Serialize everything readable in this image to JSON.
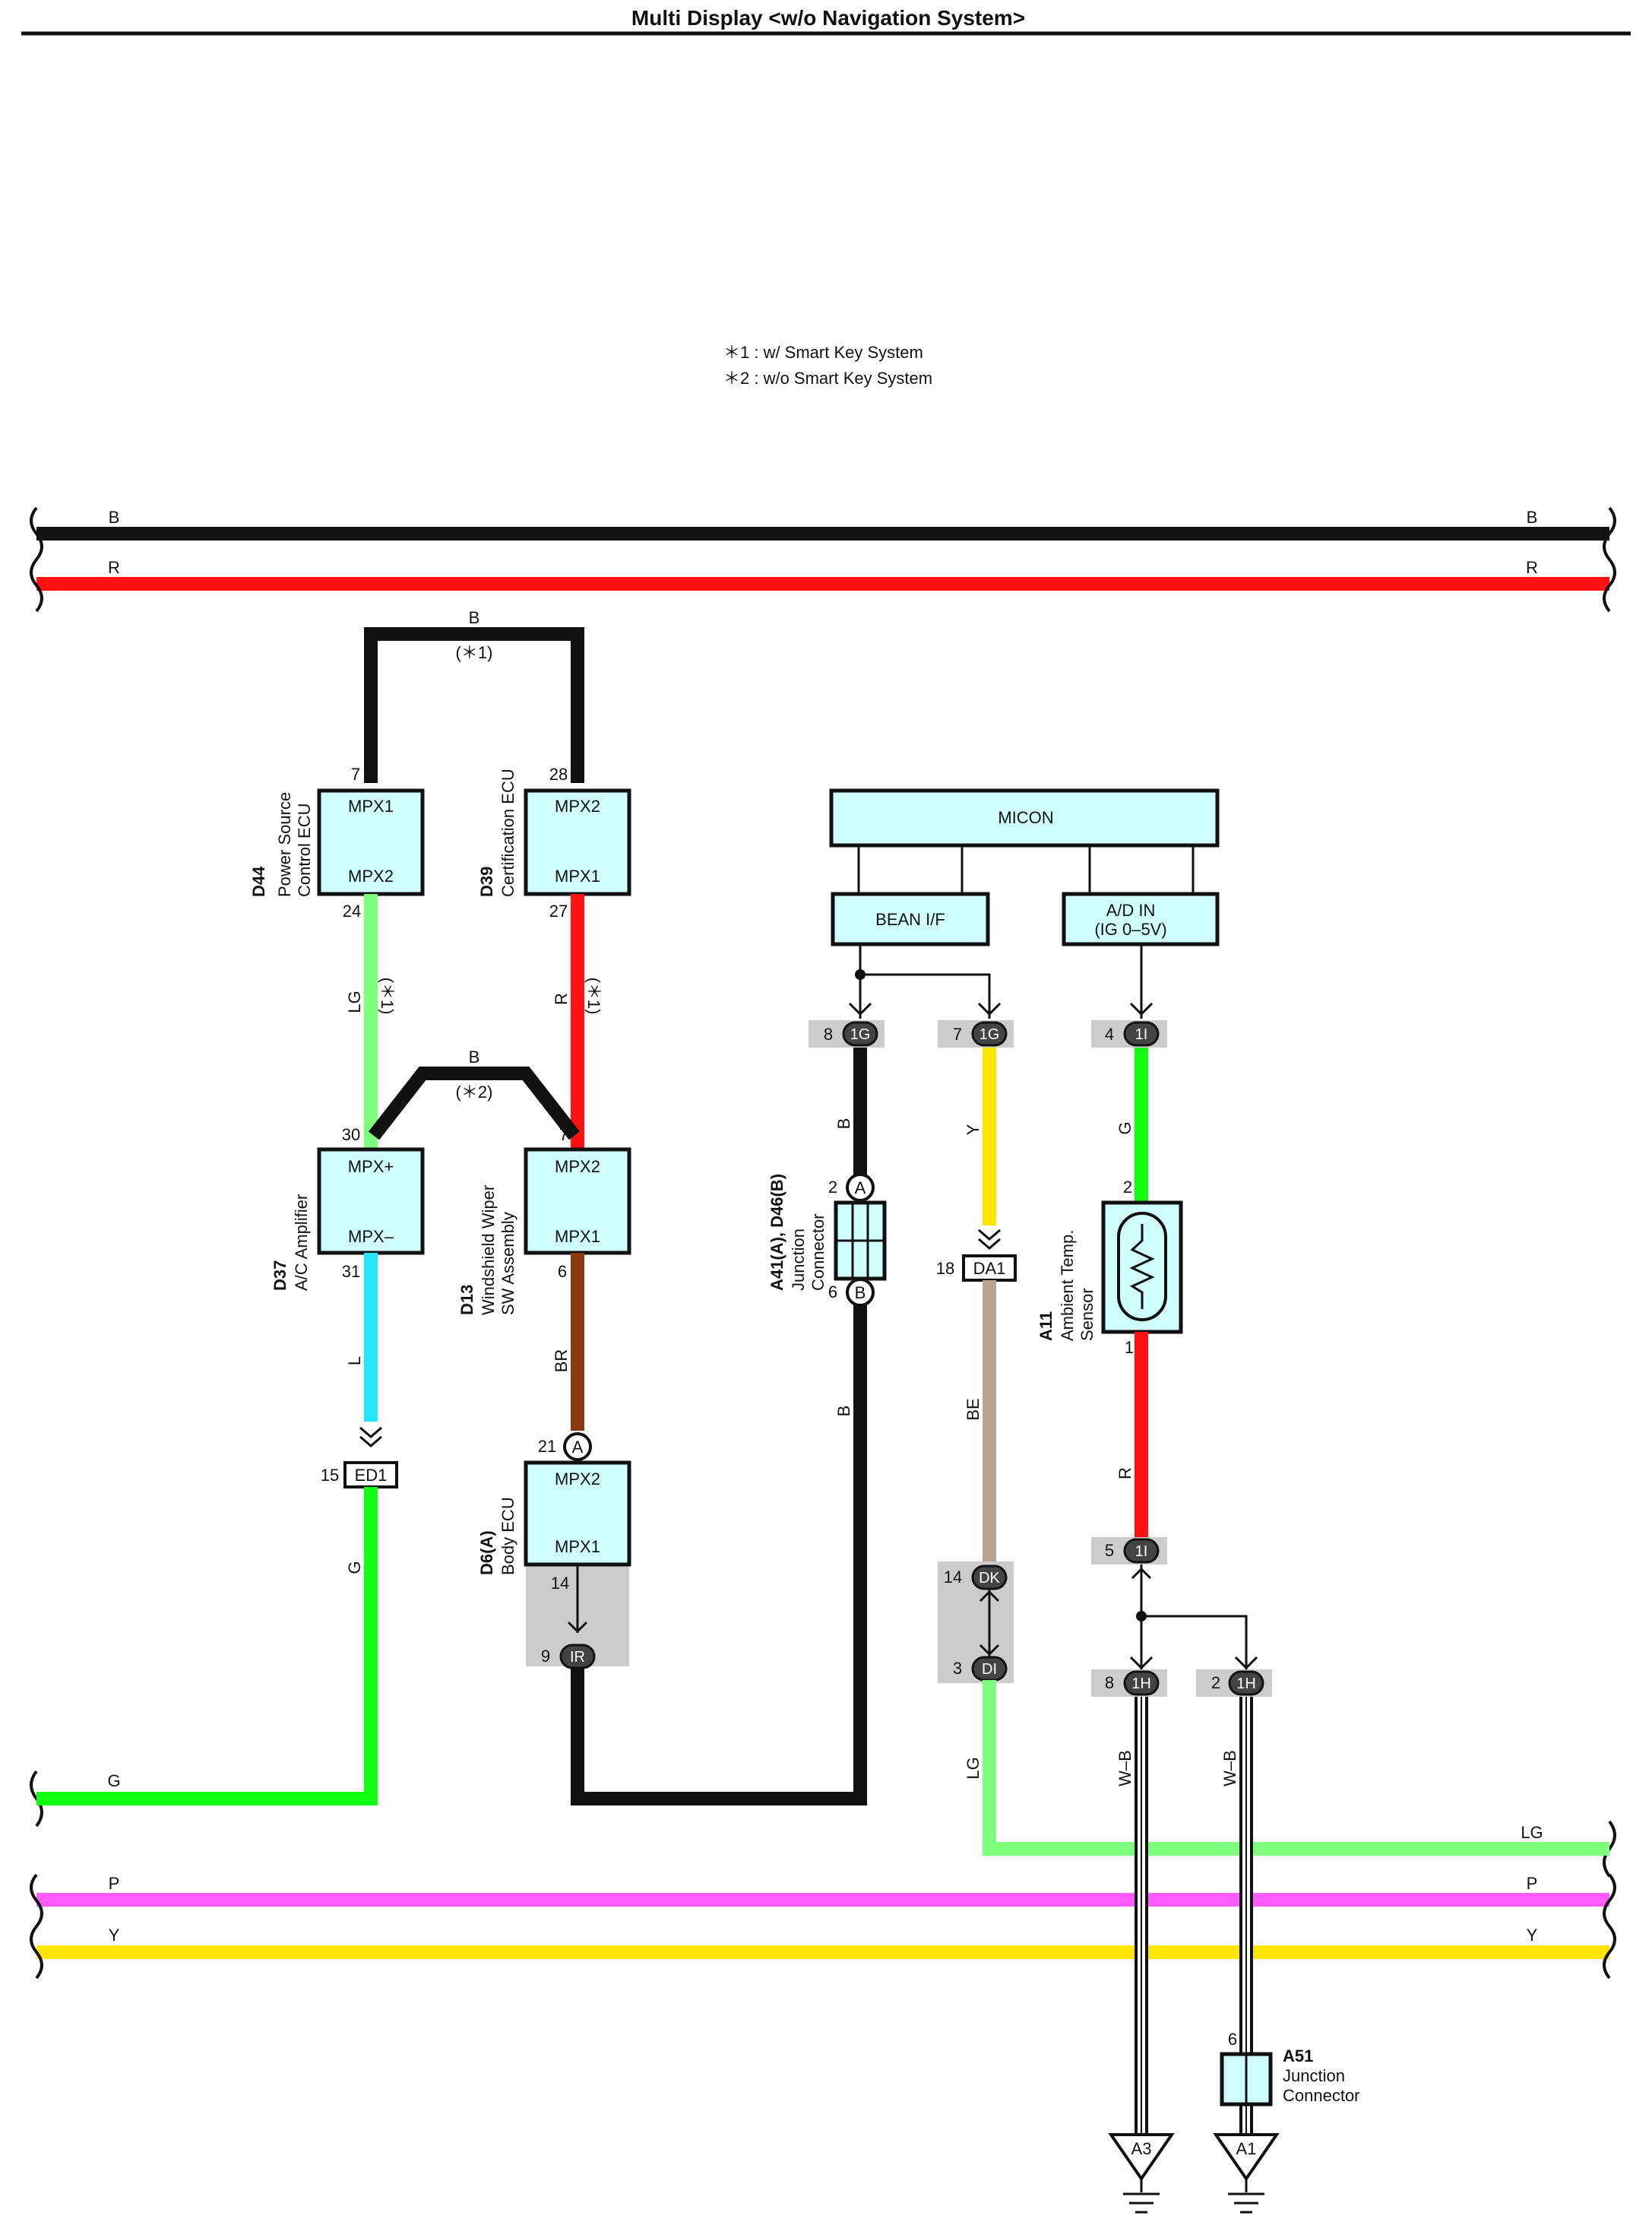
{
  "title": "Multi Display <w/o Navigation System>",
  "notes": [
    "＊1 : w/ Smart Key System",
    "＊2 : w/o Smart Key System"
  ],
  "wires": {
    "bus_b": "B",
    "bus_r": "R",
    "bus_g": "G",
    "bus_lg": "LG",
    "bus_p": "P",
    "bus_y": "Y",
    "top_loop": "B",
    "top_loop_note": "(＊1)",
    "mid_loop": "B",
    "mid_loop_note": "(＊2)",
    "d44_out": "LG",
    "d44_out_note": "(＊1)",
    "d39_out": "R",
    "d39_out_note": "(＊1)",
    "d37_out": "L",
    "ed1_out": "G",
    "d13_out": "BR",
    "bean_in": "B",
    "bean_out": "B",
    "y_wire": "Y",
    "be_wire": "BE",
    "lg_wire": "LG",
    "g_wire": "G",
    "r_wire": "R",
    "wb1": "W–B",
    "wb2": "W–B"
  },
  "components": {
    "d44": {
      "code": "D44",
      "name1": "Power Source",
      "name2": "Control ECU",
      "t1": "MPX1",
      "t2": "MPX2",
      "pin_top": "7",
      "pin_bot": "24"
    },
    "d39": {
      "code": "D39",
      "name1": "Certification ECU",
      "t1": "MPX2",
      "t2": "MPX1",
      "pin_top": "28",
      "pin_bot": "27"
    },
    "d37": {
      "code": "D37",
      "name1": "A/C Amplifier",
      "t1": "MPX+",
      "t2": "MPX–",
      "pin_top": "30",
      "pin_bot": "31"
    },
    "d13": {
      "code": "D13",
      "name1": "Windshield Wiper",
      "name2": "SW Assembly",
      "t1": "MPX2",
      "t2": "MPX1",
      "pin_top": "7",
      "pin_bot": "6"
    },
    "d6": {
      "code": "D6(A)",
      "name1": "Body ECU",
      "t1": "MPX2",
      "t2": "MPX1",
      "pin_top": "21",
      "pin_bot": "14",
      "conn_a": "A"
    },
    "micon": {
      "label": "MICON",
      "bean": "BEAN I/F",
      "ad1": "A/D IN",
      "ad2": "(IG 0–5V)"
    },
    "a41": {
      "code": "A41(A), D46(B)",
      "name1": "Junction",
      "name2": "Connector",
      "pin_a": "2",
      "pin_b": "6",
      "conn_a": "A",
      "conn_b": "B"
    },
    "a11": {
      "code": "A11",
      "name1": "Ambient Temp.",
      "name2": "Sensor",
      "pin_top": "2",
      "pin_bot": "1"
    },
    "a51": {
      "code": "A51",
      "name1": "Junction",
      "name2": "Connector",
      "pin": "6"
    }
  },
  "connectors": {
    "ed1": {
      "label": "ED1",
      "pin": "15"
    },
    "ir": {
      "label": "IR",
      "pin": "9"
    },
    "c1g_8": {
      "label": "1G",
      "pin": "8"
    },
    "c1g_7": {
      "label": "1G",
      "pin": "7"
    },
    "c1i_4": {
      "label": "1I",
      "pin": "4"
    },
    "da1": {
      "label": "DA1",
      "pin": "18"
    },
    "dk": {
      "label": "DK",
      "pin": "14"
    },
    "di": {
      "label": "DI",
      "pin": "3"
    },
    "c1i_5": {
      "label": "1I",
      "pin": "5"
    },
    "c1h_8": {
      "label": "1H",
      "pin": "8"
    },
    "c1h_2": {
      "label": "1H",
      "pin": "2"
    },
    "a3": {
      "label": "A3"
    },
    "a1": {
      "label": "A1"
    }
  },
  "colors": {
    "black": "#111111",
    "red": "#ff1111",
    "green": "#11ff11",
    "light_green": "#7dff7d",
    "blue": "#22e5ff",
    "brown": "#8b3a10",
    "yellow": "#ffe600",
    "beige": "#b9a592",
    "pink": "#ff5cff",
    "box_fill": "#cfffff",
    "connector_gray": "#cccccc"
  }
}
